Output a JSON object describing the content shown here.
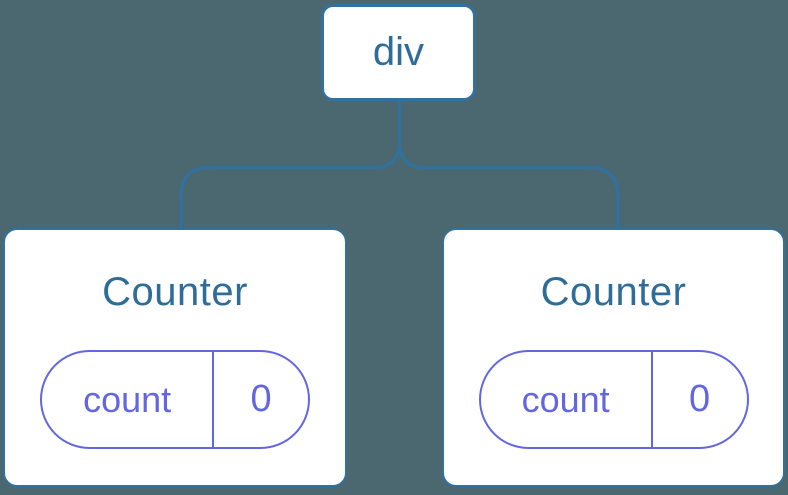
{
  "diagram": {
    "type": "component-tree",
    "root": {
      "label": "div"
    },
    "children": [
      {
        "title": "Counter",
        "state": {
          "key": "count",
          "value": "0"
        }
      },
      {
        "title": "Counter",
        "state": {
          "key": "count",
          "value": "0"
        }
      }
    ],
    "colors": {
      "background": "#4b6770",
      "connector": "#31719b",
      "node_border": "#31719b",
      "node_fill": "#ffffff",
      "node_text": "#2e6d99",
      "state_accent": "#6267e0"
    }
  }
}
